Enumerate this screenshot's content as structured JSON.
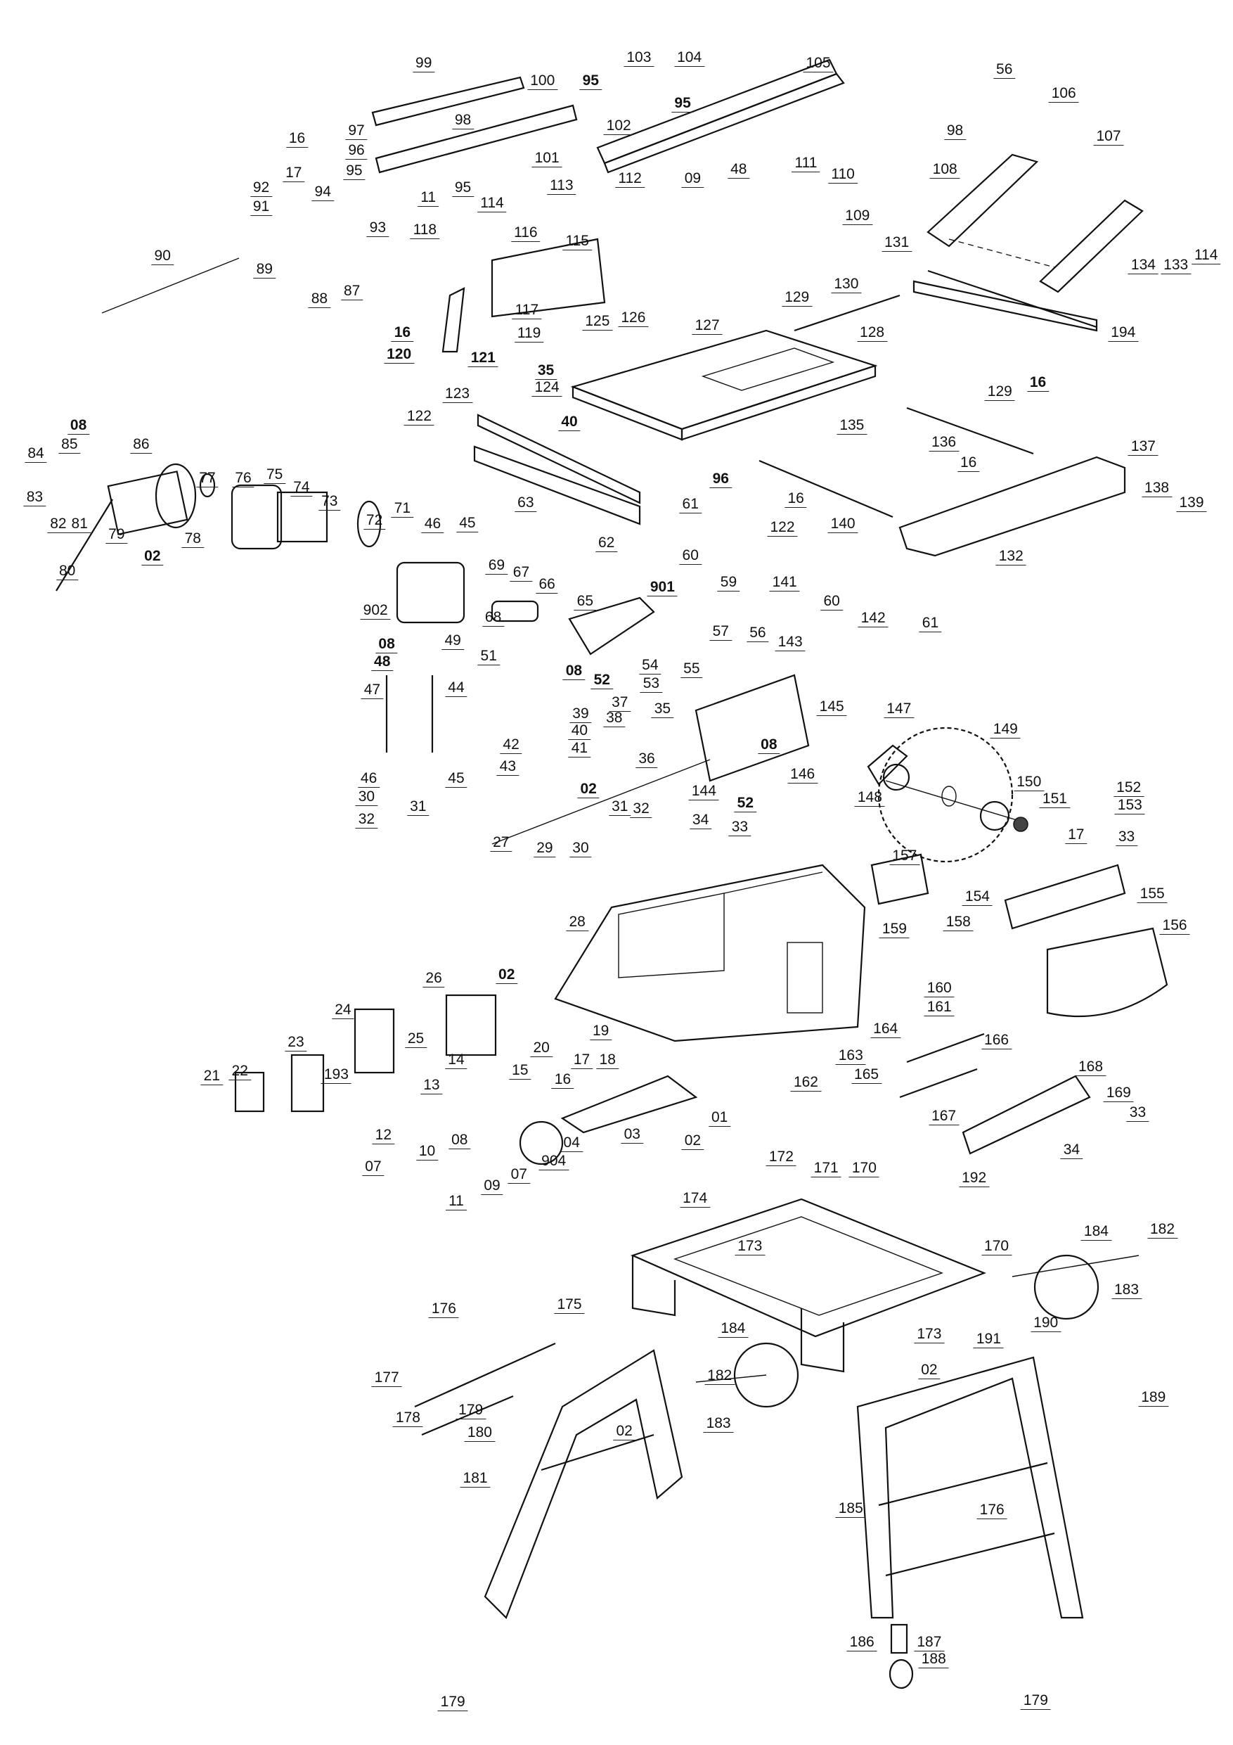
{
  "diagram": {
    "type": "exploded-parts-diagram",
    "part_labels": [
      "99",
      "100",
      "103",
      "104",
      "105",
      "95",
      "95",
      "102",
      "97",
      "98",
      "96",
      "95",
      "101",
      "16",
      "17",
      "94",
      "92",
      "91",
      "93",
      "90",
      "89",
      "88",
      "87",
      "95",
      "114",
      "113",
      "112",
      "09",
      "48",
      "111",
      "110",
      "109",
      "11",
      "118",
      "116",
      "115",
      "117",
      "119",
      "126",
      "125",
      "127",
      "128",
      "129",
      "130",
      "131",
      "56",
      "106",
      "98",
      "107",
      "108",
      "134",
      "133",
      "114",
      "194",
      "129",
      "16",
      "16",
      "120",
      "121",
      "35",
      "124",
      "40",
      "123",
      "122",
      "136",
      "16",
      "135",
      "96",
      "16",
      "137",
      "63",
      "62",
      "08",
      "85",
      "86",
      "84",
      "83",
      "82",
      "81",
      "79",
      "02",
      "78",
      "80",
      "77",
      "76",
      "75",
      "74",
      "73",
      "72",
      "71",
      "46",
      "45",
      "902",
      "69",
      "67",
      "68",
      "66",
      "65",
      "901",
      "61",
      "60",
      "59",
      "122",
      "140",
      "141",
      "60",
      "142",
      "61",
      "138",
      "139",
      "132",
      "49",
      "08",
      "48",
      "51",
      "57",
      "56",
      "55",
      "54",
      "53",
      "08",
      "52",
      "143",
      "145",
      "147",
      "149",
      "47",
      "44",
      "35",
      "37",
      "38",
      "39",
      "40",
      "41",
      "36",
      "42",
      "43",
      "02",
      "08",
      "146",
      "144",
      "52",
      "34",
      "33",
      "31",
      "32",
      "29",
      "30",
      "46",
      "45",
      "30",
      "31",
      "32",
      "150",
      "148",
      "151",
      "152",
      "153",
      "17",
      "33",
      "27",
      "157",
      "154",
      "155",
      "156",
      "28",
      "159",
      "158",
      "160",
      "161",
      "26",
      "02",
      "24",
      "19",
      "20",
      "23",
      "25",
      "14",
      "15",
      "163",
      "164",
      "165",
      "166",
      "167",
      "168",
      "169",
      "33",
      "34",
      "21",
      "22",
      "193",
      "13",
      "17",
      "18",
      "16",
      "162",
      "01",
      "12",
      "02",
      "03",
      "04",
      "07",
      "08",
      "07",
      "904",
      "10",
      "09",
      "11",
      "172",
      "171",
      "170",
      "192",
      "174",
      "173",
      "170",
      "184",
      "182",
      "183",
      "173",
      "191",
      "190",
      "176",
      "175",
      "184",
      "182",
      "183",
      "177",
      "178",
      "179",
      "180",
      "02",
      "02",
      "189",
      "181",
      "176",
      "185",
      "186",
      "187",
      "188",
      "179",
      "179"
    ]
  }
}
